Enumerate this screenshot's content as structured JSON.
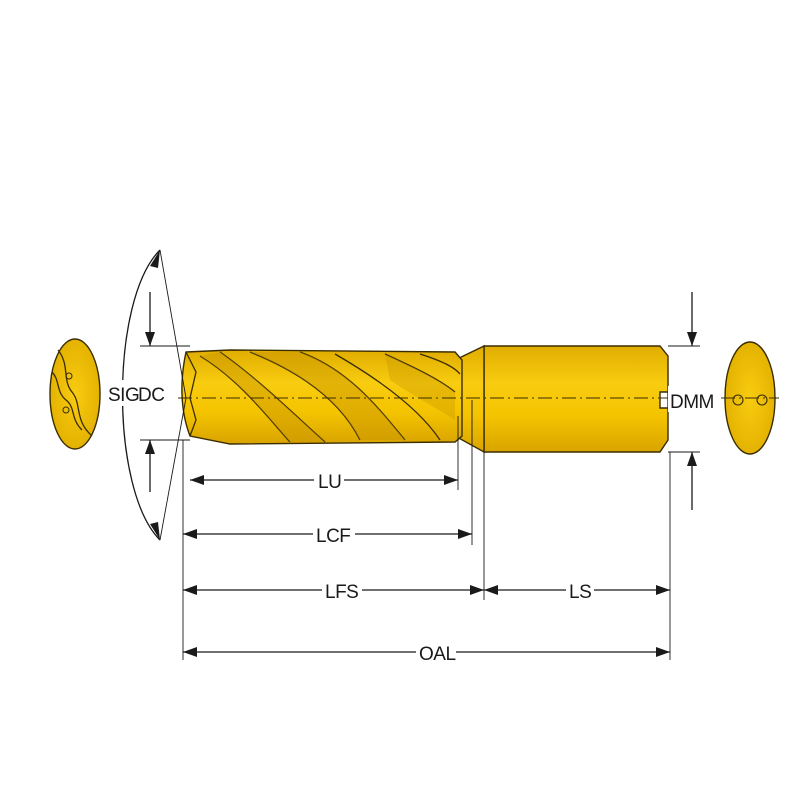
{
  "colors": {
    "body": "#f5c400",
    "body_shade": "#d9a800",
    "outline": "#3a2d00",
    "dimension_line": "#1a1a1a"
  },
  "labels": {
    "sig": "SIG",
    "dc": "DC",
    "dmm": "DMM",
    "lu": "LU",
    "lcf": "LCF",
    "lfs": "LFS",
    "ls": "LS",
    "oal": "OAL"
  }
}
